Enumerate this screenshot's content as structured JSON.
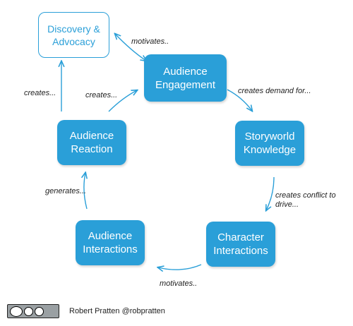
{
  "nodes": {
    "discovery": "Discovery &\nAdvocacy",
    "engagement": "Audience\nEngagement",
    "storyworld": "Storyworld\nKnowledge",
    "character": "Character\nInteractions",
    "interactions": "Audience\nInteractions",
    "reaction": "Audience\nReaction"
  },
  "edges": {
    "motivates_top": "motivates..",
    "creates_demand": "creates demand for...",
    "creates_conflict": "creates conflict to\ndrive...",
    "motivates_bottom": "motivates..",
    "generates": "generates...",
    "creates_left": "creates...",
    "creates_inner": "creates..."
  },
  "footer": {
    "credit": "Robert Pratten  @robpratten",
    "license_icon": "cc-by-sa-icon"
  },
  "colors": {
    "node_fill": "#2a9fd8",
    "arrow": "#2a9fd8",
    "label_text": "#222222"
  }
}
